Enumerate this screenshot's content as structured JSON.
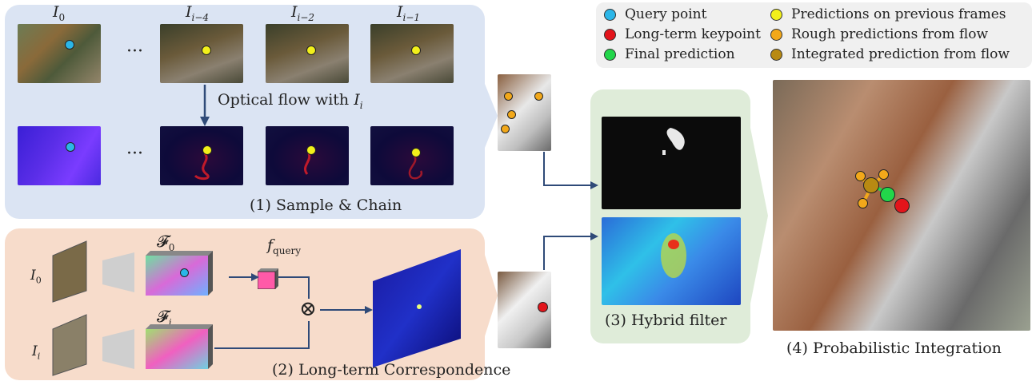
{
  "legend": {
    "items": [
      {
        "label": "Query point",
        "color": "#2bb6e8"
      },
      {
        "label": "Long-term keypoint",
        "color": "#e3141b"
      },
      {
        "label": "Final prediction",
        "color": "#22d64a"
      },
      {
        "label": "Predictions on previous frames",
        "color": "#f2f01a"
      },
      {
        "label": "Rough predictions from flow",
        "color": "#f2a81a"
      },
      {
        "label": "Integrated prediction from flow",
        "color": "#b88a12"
      }
    ]
  },
  "sample": {
    "frame_labels": [
      "I",
      "I",
      "I",
      "I"
    ],
    "frame_subs": [
      "0",
      "i−4",
      "i−2",
      "i−1"
    ],
    "ellipsis": "···",
    "flow_text": "Optical flow with ",
    "flow_var": "I",
    "flow_sub": "i",
    "caption": "(1) Sample & Chain"
  },
  "long": {
    "in_label_0": "I",
    "in_sub_0": "0",
    "in_label_i": "I",
    "in_sub_i": "i",
    "feat_0": "𝓕",
    "feat_0_sub": "0",
    "feat_i": "𝓕",
    "feat_i_sub": "i",
    "fquery": "f",
    "fquery_sub": "query",
    "otimes": "⊗",
    "caption": "(2) Long-term Correspondence"
  },
  "hybrid": {
    "caption": "(3) Hybrid filter"
  },
  "integration": {
    "caption": "(4) Probabilistic Integration"
  }
}
